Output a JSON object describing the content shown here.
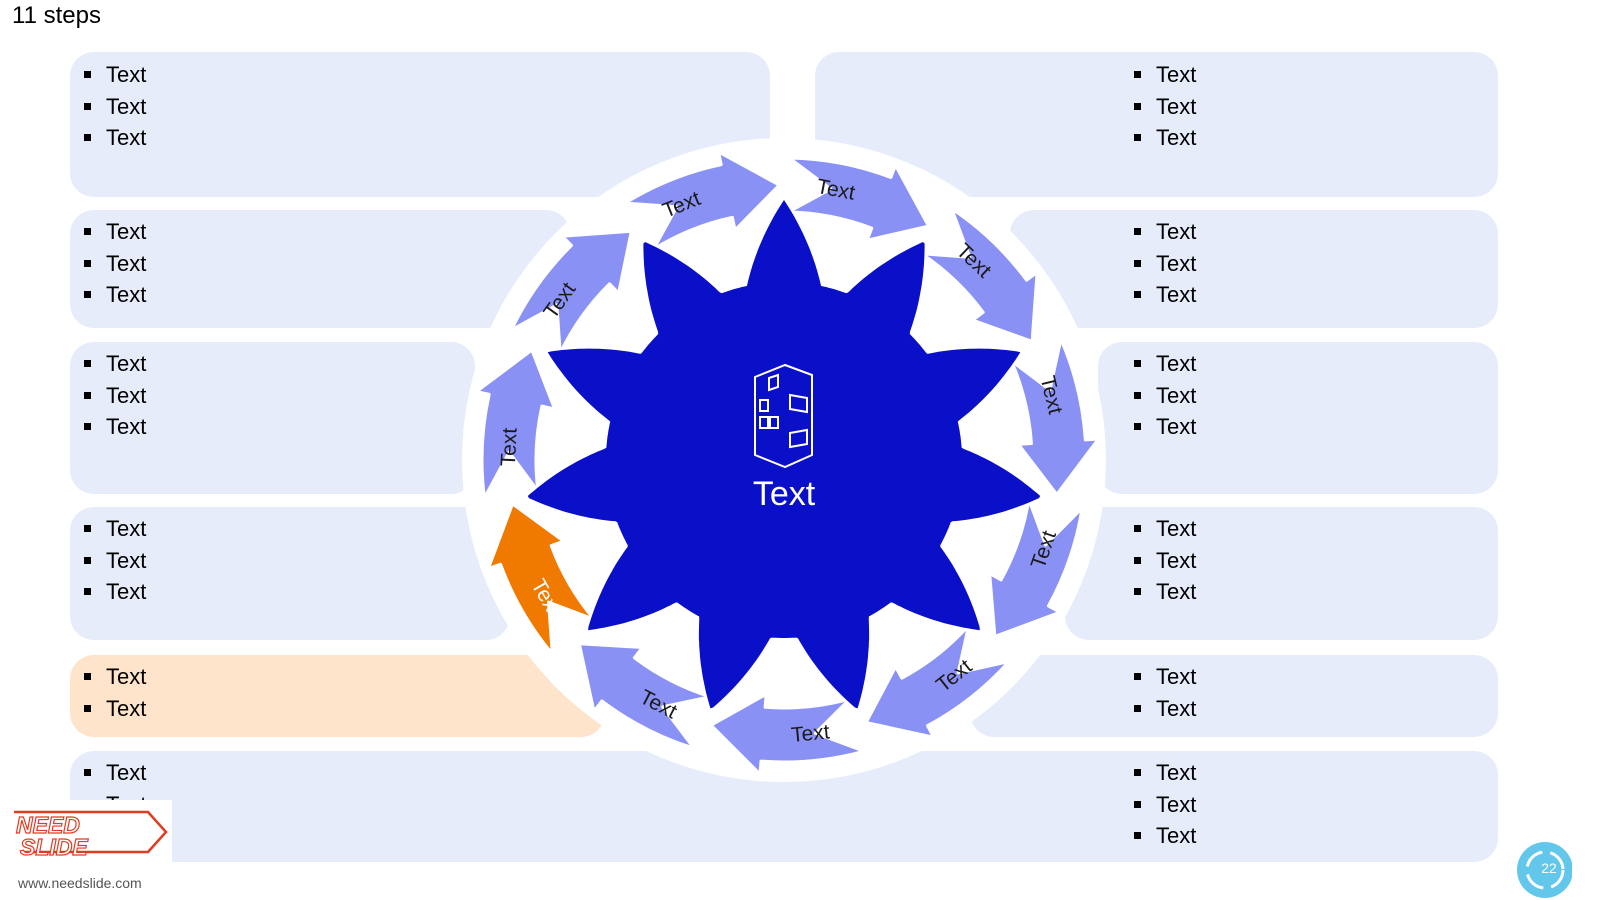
{
  "title": "11 steps",
  "center": {
    "label": "Text",
    "icon": "building-icon"
  },
  "steps": [
    {
      "label": "Text",
      "color": "#8a91f4"
    },
    {
      "label": "Text",
      "color": "#8a91f4"
    },
    {
      "label": "Text",
      "color": "#8a91f4"
    },
    {
      "label": "Text",
      "color": "#8a91f4"
    },
    {
      "label": "Text",
      "color": "#8a91f4"
    },
    {
      "label": "Text",
      "color": "#8a91f4"
    },
    {
      "label": "Text",
      "color": "#8a91f4"
    },
    {
      "label": "Text",
      "color": "#f07a00"
    },
    {
      "label": "Text",
      "color": "#8a91f4"
    },
    {
      "label": "Text",
      "color": "#8a91f4"
    },
    {
      "label": "Text",
      "color": "#8a91f4"
    }
  ],
  "left_panels": [
    {
      "items": [
        "Text",
        "Text",
        "Text"
      ]
    },
    {
      "items": [
        "Text",
        "Text",
        "Text"
      ]
    },
    {
      "items": [
        "Text",
        "Text",
        "Text"
      ]
    },
    {
      "items": [
        "Text",
        "Text",
        "Text"
      ]
    },
    {
      "items": [
        "Text",
        "Text"
      ]
    },
    {
      "items": [
        "Text",
        "Text"
      ]
    }
  ],
  "right_panels": [
    {
      "items": [
        "Text",
        "Text",
        "Text"
      ]
    },
    {
      "items": [
        "Text",
        "Text",
        "Text"
      ]
    },
    {
      "items": [
        "Text",
        "Text",
        "Text"
      ]
    },
    {
      "items": [
        "Text",
        "Text",
        "Text"
      ]
    },
    {
      "items": [
        "Text",
        "Text"
      ]
    },
    {
      "items": [
        "Text",
        "Text",
        "Text"
      ]
    }
  ],
  "colors": {
    "panel": "#e6ecfa",
    "panel_highlight": "#fde4cb",
    "hub": "#0a0fc8",
    "arrow": "#8a91f4",
    "arrow_highlight": "#f07a00"
  },
  "footer": {
    "logo_line1": "NEED",
    "logo_line2": "SLIDE",
    "website": "www.needslide.com",
    "page_number": "22"
  }
}
